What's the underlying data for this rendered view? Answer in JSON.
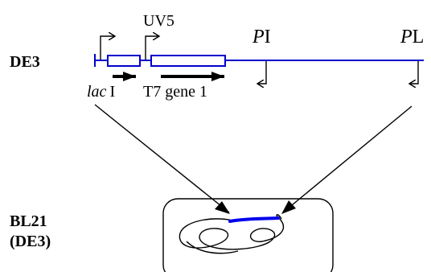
{
  "labels": {
    "de3": "DE3",
    "uv5": "UV5",
    "promoter_i_italic": "P",
    "promoter_i_sub": "I",
    "promoter_l_italic": "P",
    "promoter_l_sub": "L",
    "laci_italic": "lac",
    "laci_roman": "I",
    "t7_gene": "T7 gene 1",
    "bl21_line1": "BL21",
    "bl21_line2": "(DE3)"
  },
  "colors": {
    "dna_line": "#0000cc",
    "insert_highlight": "#0000ee",
    "ink": "#000000"
  },
  "icons": {
    "promoter_arrow": "bent-arrow-icon",
    "gene_arrow": "filled-arrow-icon",
    "cell": "rounded-rectangle"
  }
}
